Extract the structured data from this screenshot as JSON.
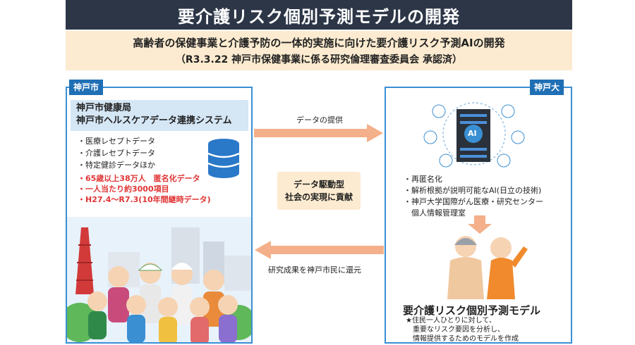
{
  "title": "要介護リスク個別予測モデルの開発",
  "subtitle": {
    "line1": "高齢者の保健事業と介護予防の一体的実施に向けた要介護リスク予測AIの開発",
    "line2": "（R3.3.22 神戸市保健事業に係る研究倫理審査委員会 承認済）"
  },
  "left_panel": {
    "tag": "神戸市",
    "box_line1": "神戸市健康局",
    "box_line2": "神戸市ヘルスケアデータ連携システム",
    "data_items": [
      "・医療レセプトデータ",
      "・介護レセプトデータ",
      "・特定健診データほか"
    ],
    "highlight_items": [
      "・65歳以上38万人　匿名化データ",
      "・一人当たり約3000項目",
      "・H27.4～R7.3(10年間継時データ)"
    ]
  },
  "right_panel": {
    "tag": "神戸大",
    "ai_label": "AI",
    "items": [
      "・再匿名化",
      "・解析根拠が説明可能なAI(日立の技術)",
      "・神戸大学国際がん医療・研究センター",
      "　個人情報管理室"
    ],
    "model_title": "要介護リスク個別予測モデル",
    "model_desc": [
      "★住民一人ひとりに対して、",
      "　重要なリスク要因を分析し、",
      "　情報提供するためのモデルを作成"
    ]
  },
  "arrows": {
    "top_label": "データの提供",
    "bottom_label": "研究成果を神戸市民に還元"
  },
  "center_box": {
    "line1": "データ駆動型",
    "line2": "社会の実現に貢献"
  },
  "colors": {
    "title_bg": "#2c3647",
    "band_bg": "#fcebd0",
    "panel_border": "#3a8fd3",
    "tag_bg": "#1f6fb5",
    "arrow": "#f4b08a",
    "highlight_text": "#e03434"
  }
}
